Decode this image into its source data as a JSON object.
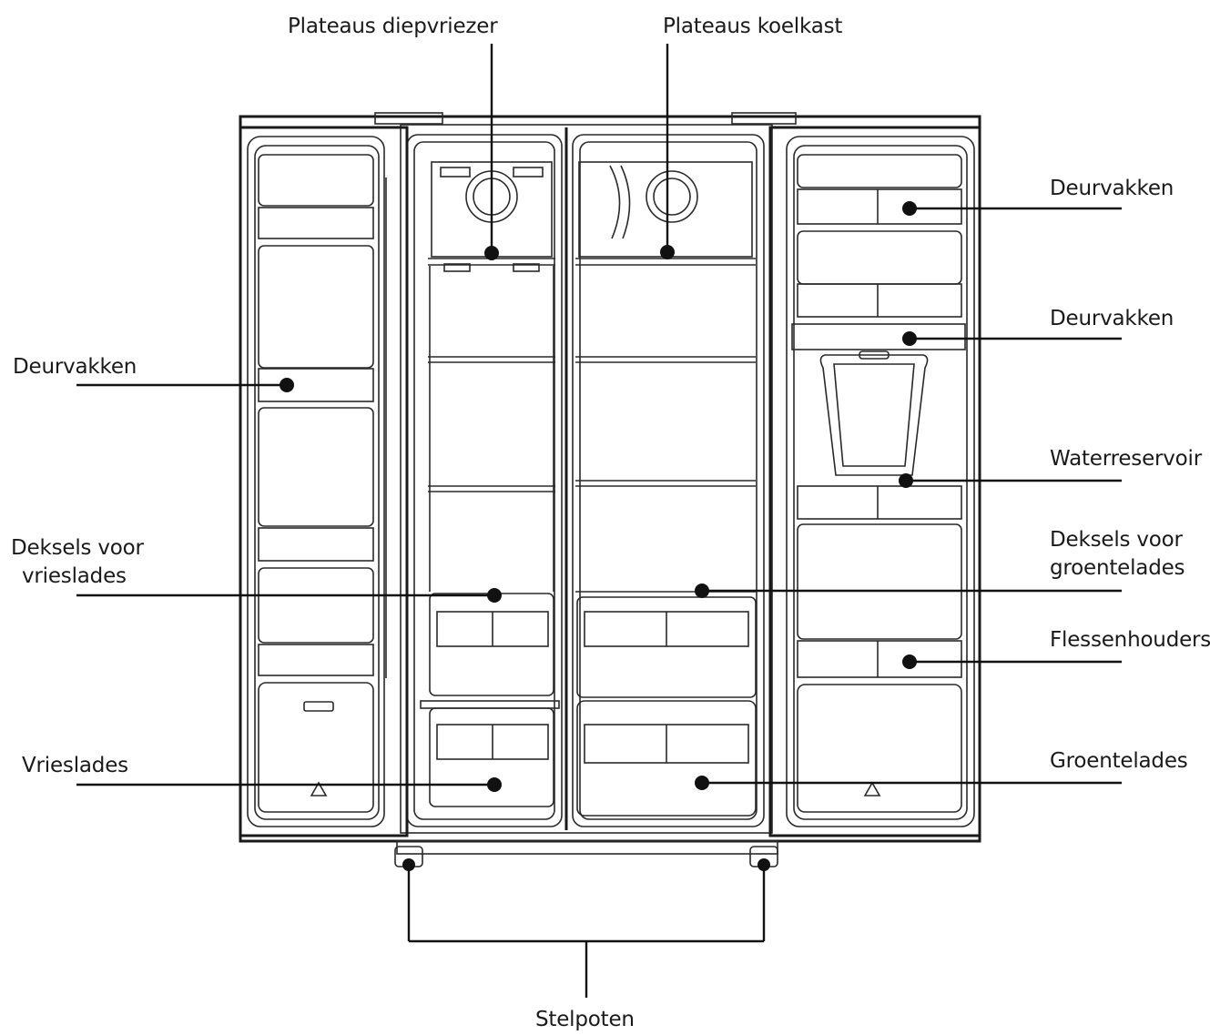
{
  "labels": {
    "freezer_shelves": "Plateaus diepvriezer",
    "fridge_shelves": "Plateaus koelkast",
    "door_shelves_left": "Deurvakken",
    "door_shelves_right_top": "Deurvakken",
    "door_shelves_right_mid": "Deurvakken",
    "water_reservoir": "Waterreservoir",
    "freezer_drawer_covers_l1": "Deksels voor",
    "freezer_drawer_covers_l2": "vrieslades",
    "crisper_covers_l1": "Deksels voor",
    "crisper_covers_l2": "groentelades",
    "bottle_holders": "Flessenhouders",
    "freezer_drawers": "Vrieslades",
    "crisper_drawers": "Groentelades",
    "adjustable_feet": "Stelpoten"
  },
  "colors": {
    "line": "#1a1a1a",
    "background": "#ffffff"
  }
}
